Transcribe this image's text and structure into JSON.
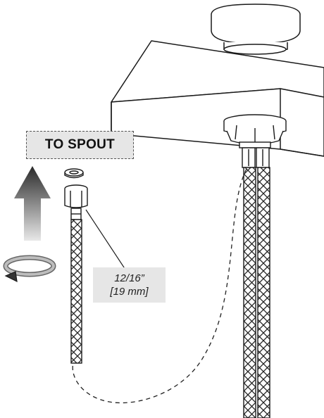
{
  "callout": {
    "label": "TO SPOUT"
  },
  "dimension": {
    "line1": "12/16”",
    "line2": "[19 mm]"
  },
  "icons": {
    "up_arrow": "up-arrow-icon",
    "rotate": "rotate-arrow-icon"
  },
  "colors": {
    "label_bg": "#e6e6e6",
    "stroke": "#1a1a1a"
  }
}
